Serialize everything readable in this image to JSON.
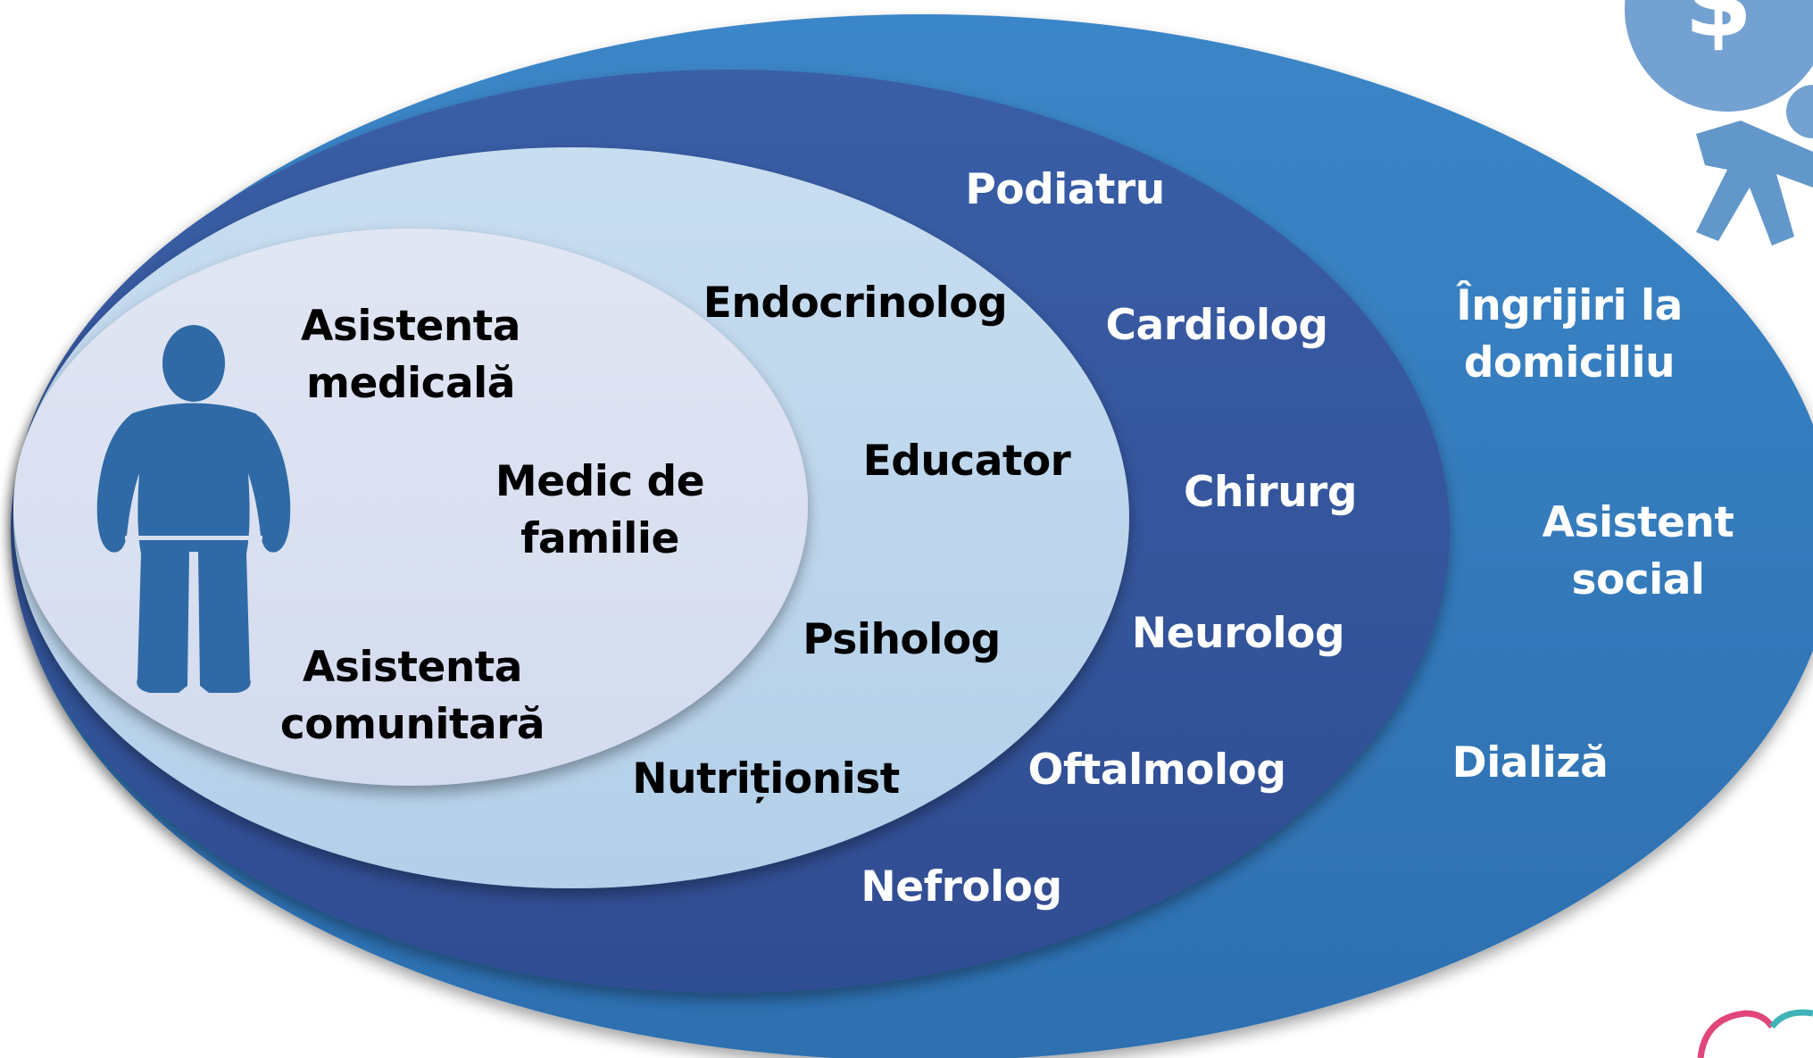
{
  "colors": {
    "outer_ring": "#337ab9",
    "middle_ring": "#34549a",
    "inner_ring": "#b8d2ea",
    "core": "#d8dfef",
    "person": "#2f6aa6",
    "text_dark": "#000000",
    "text_light": "#ffffff"
  },
  "icons": {
    "person": "person-silhouette-icon",
    "money_person": "person-with-dollar-icon",
    "logo": "logo-icon"
  },
  "core": {
    "asistenta_medicala": [
      "Asistenta",
      "medicală"
    ],
    "medic_de_familie": [
      "Medic de",
      "familie"
    ],
    "asistenta_comunitara": [
      "Asistenta",
      "comunitară"
    ]
  },
  "inner_ring": {
    "endocrinolog": "Endocrinolog",
    "educator": "Educator",
    "psiholog": "Psiholog",
    "nutritionist": "Nutriționist"
  },
  "middle_ring": {
    "podiatru": "Podiatru",
    "cardiolog": "Cardiolog",
    "chirurg": "Chirurg",
    "neurolog": "Neurolog",
    "oftalmolog": "Oftalmolog",
    "nefrolog": "Nefrolog"
  },
  "outer_ring": {
    "ingrijiri_la_domiciliu": [
      "Îngrijiri la",
      "domiciliu"
    ],
    "asistent_social": [
      "Asistent",
      "social"
    ],
    "dializa": "Dializă"
  }
}
